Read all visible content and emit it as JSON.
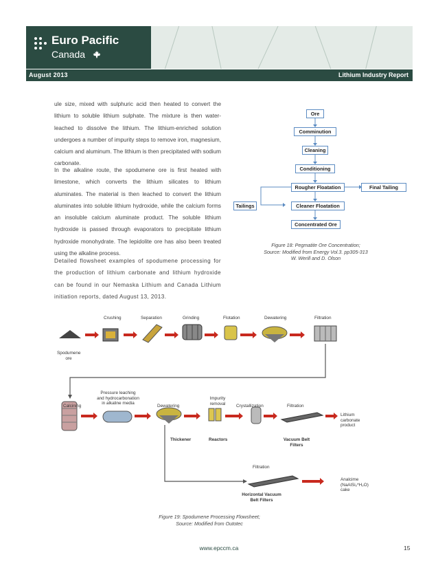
{
  "header": {
    "brand_name": "Euro Pacific",
    "brand_sub": "Canada",
    "date": "August 2013",
    "report_title": "Lithium Industry Report"
  },
  "body": {
    "para1": "ule size, mixed with sulphuric acid then heated to convert the lithium to soluble lithium sulphate. The mixture is then water-leached to dissolve the lithium. The lithium-enriched solution undergoes a number of impurity steps to remove iron, magnesium, calcium and aluminum. The lithium is then precipitated with sodium carbonate.",
    "para2": "In the alkaline route, the spodumene ore is first heated with limestone, which converts the lithium silicates to lithium aluminates. The material is then leached to convert the lithium aluminates into soluble lithium hydroxide, while the calcium forms an insoluble calcium aluminate product. The soluble lithium hydroxide is passed through evaporators to precipitate lithium hydroxide monohydrate. The lepidolite ore has also been treated using the alkaline process.",
    "para3": "Detailed flowsheet examples of spodumene processing for the production of lithium carbonate and lithium hydroxide can be found in our Nemaska Lithium and Canada Lithium initiation reports, dated August 13, 2013."
  },
  "figure18": {
    "nodes": {
      "ore": "Ore",
      "comminution": "Comminution",
      "cleaning": "Cleaning",
      "conditioning": "Conditioning",
      "rougher": "Rougher Floatation",
      "final_tailing": "Final Tailing",
      "tailings": "Tailings",
      "cleaner": "Cleaner Floatation",
      "concentrated": "Concentrated Ore"
    },
    "caption_line1": "Figure 18: Pegmatite Ore Concentration;",
    "caption_line2": "Source: Modified from Energy Vol.3. pp305-313",
    "caption_line3": "W. Werill and D. Olson"
  },
  "figure19": {
    "row1": {
      "crushing": "Crushing",
      "separation": "Separation",
      "grinding": "Grinding",
      "flotation": "Flotation",
      "dewatering": "Dewatering",
      "filtration": "Filtration",
      "spodumene_ore_1": "Spodumene",
      "spodumene_ore_2": "ore"
    },
    "row2": {
      "calcining": "Calcining",
      "pressure_1": "Pressure leaching",
      "pressure_2": "and hydrocarbonation",
      "pressure_3": "in alkaline media",
      "dewatering": "Dewatering",
      "impurity_1": "Impurity",
      "impurity_2": "removal",
      "crystallization": "Crystallization",
      "filtration": "Filtration",
      "product_1": "Lithium",
      "product_2": "carbonate",
      "product_3": "product",
      "thickener": "Thickener",
      "reactors": "Reactors",
      "vacuum_1": "Vacuum Belt",
      "vacuum_2": "Filters"
    },
    "row3": {
      "filtration": "Filtration",
      "horizontal_1": "Horizontal Vacuum",
      "horizontal_2": "Belt Filters",
      "analcime_1": "Analcime",
      "analcime_2": "(NaAlSi₂*H₂O)",
      "analcime_3": "cake"
    },
    "caption_line1": "Figure 19: Spodumene Processing Flowsheet;",
    "caption_line2": "Source: Modified from Outotec"
  },
  "footer": {
    "url": "www.epccm.ca",
    "page_number": "15"
  },
  "colors": {
    "brand_green": "#2b4b42",
    "flow_blue": "#5b8bc2",
    "process_red": "#c8291e"
  }
}
